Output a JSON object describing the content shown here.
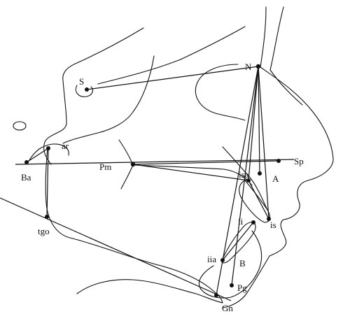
{
  "landmarks": {
    "S": "S",
    "N": "N",
    "ar": "ar",
    "Ba": "Ba",
    "Pm": "Pm",
    "Sp": "Sp",
    "isa": "isa",
    "A": "A",
    "ii": "ii",
    "is": "is",
    "tgo": "tgo",
    "iia": "iia",
    "B": "B",
    "Pg": "Pg",
    "Gn": "Gn"
  },
  "colors": {
    "line": "#111111",
    "background": "#ffffff"
  }
}
